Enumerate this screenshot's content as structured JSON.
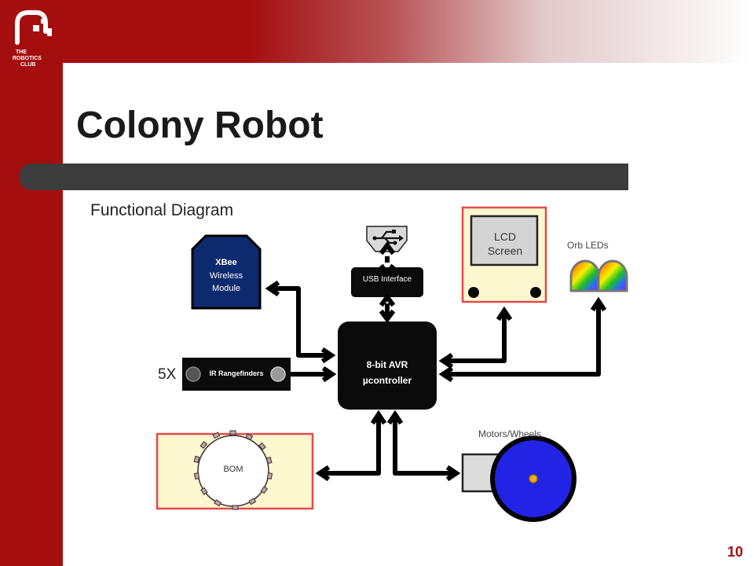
{
  "slide": {
    "title": "Colony Robot",
    "subtitle": "Functional Diagram",
    "page_number": "10",
    "logo_text": [
      "THE",
      "ROBOTICS",
      "CLUB"
    ]
  },
  "diagram": {
    "xbee": {
      "name": "XBee",
      "line1": "Wireless",
      "line2": "Module"
    },
    "usb": {
      "label": "USB Interface"
    },
    "controller": {
      "line1": "8-bit AVR",
      "line2": "µcontroller"
    },
    "ir": {
      "label": "IR Rangefinders",
      "count": "5X"
    },
    "lcd": {
      "line1": "LCD",
      "line2": "Screen"
    },
    "orb_leds": {
      "label": "Orb LEDs"
    },
    "motors": {
      "label": "Motors/Wheels"
    },
    "bom": {
      "label": "BOM"
    }
  },
  "colors": {
    "brand_red": "#a50e0f",
    "title_bar": "#3c3c3c",
    "xbee_fill": "#0e2a6e",
    "wheel_blue": "#2323e6",
    "panel_yellow": "#fdf8d0",
    "panel_border": "#e34b4b"
  },
  "icons": [
    "usb-icon",
    "rainbow-dome-icon",
    "wheel-icon",
    "robot-logo-icon"
  ]
}
